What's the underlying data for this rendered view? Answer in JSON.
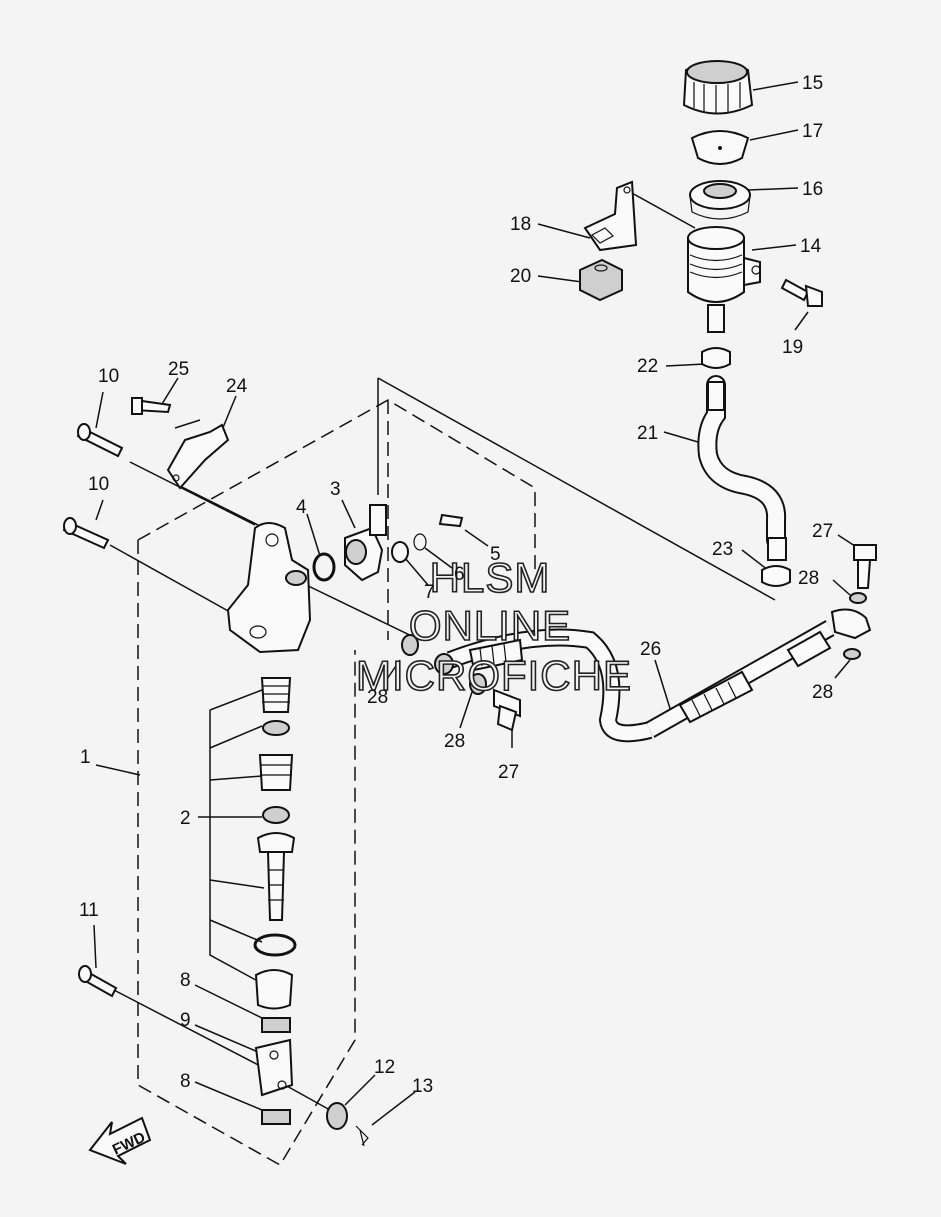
{
  "callouts": [
    "1",
    "2",
    "3",
    "4",
    "5",
    "6",
    "7",
    "8",
    "8",
    "9",
    "10",
    "10",
    "11",
    "12",
    "13",
    "14",
    "15",
    "16",
    "17",
    "18",
    "19",
    "20",
    "21",
    "22",
    "23",
    "24",
    "25",
    "26",
    "27",
    "27",
    "28",
    "28",
    "28",
    "28"
  ],
  "watermark": [
    "HLSM",
    "ONLINE",
    "MICROFICHE"
  ],
  "fwd_label": "FWD"
}
